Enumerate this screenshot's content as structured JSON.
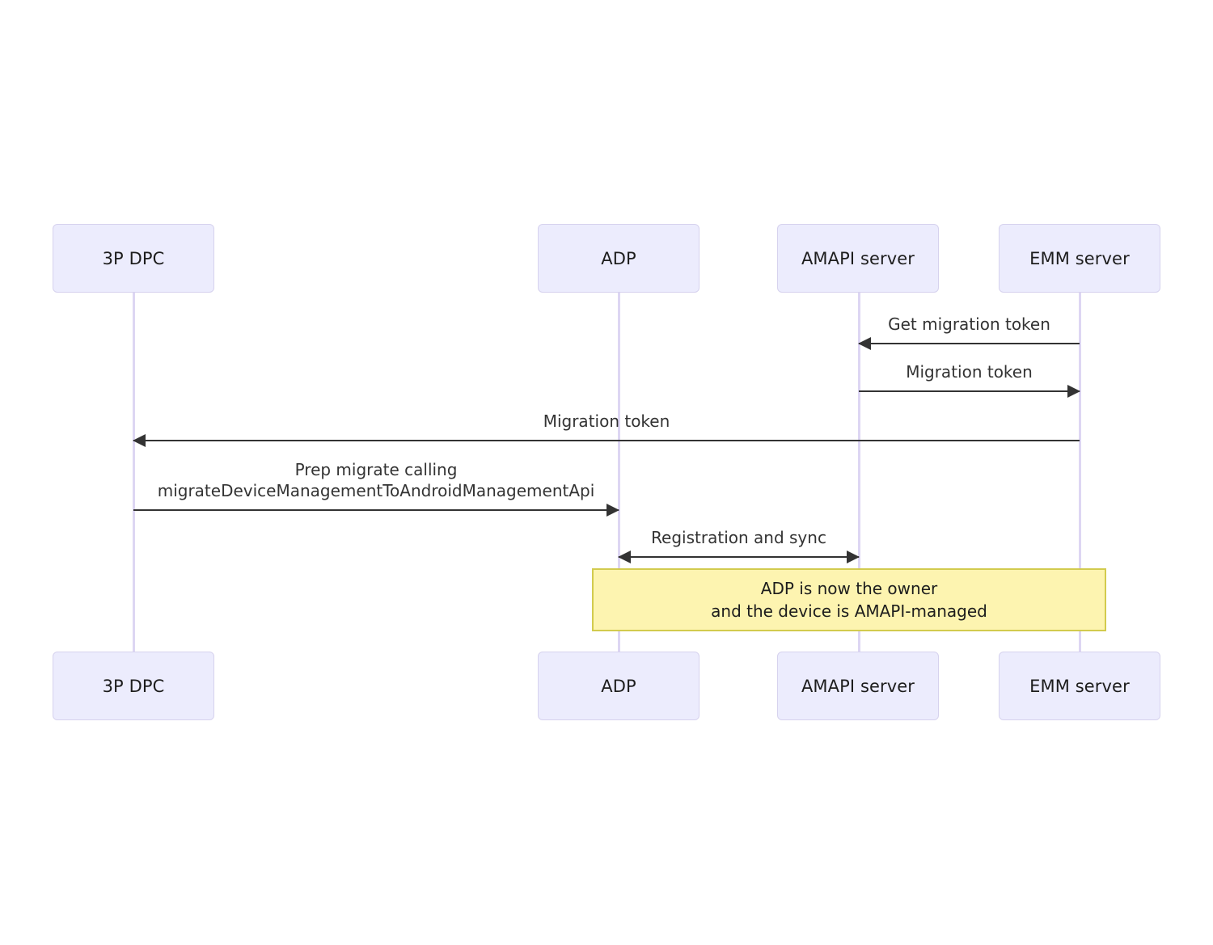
{
  "diagram": {
    "type": "sequence-diagram",
    "title": "",
    "background": "#ffffff",
    "participant_fill": "#ececfd",
    "participant_border": "#d6d2ee",
    "lifeline_color": "#ddd6f3",
    "arrow_color": "#333333",
    "note_fill": "#fdf4b0",
    "note_border": "#d2cb4e"
  },
  "participants": [
    {
      "id": "dpc",
      "label": "3P DPC"
    },
    {
      "id": "adp",
      "label": "ADP"
    },
    {
      "id": "amapi",
      "label": "AMAPI server"
    },
    {
      "id": "emm",
      "label": "EMM server"
    }
  ],
  "participants_bottom": [
    {
      "id": "dpc",
      "label": "3P DPC"
    },
    {
      "id": "adp",
      "label": "ADP"
    },
    {
      "id": "amapi",
      "label": "AMAPI server"
    },
    {
      "id": "emm",
      "label": "EMM server"
    }
  ],
  "messages": [
    {
      "id": "m1",
      "from": "emm",
      "to": "amapi",
      "direction": "left",
      "label": "Get migration token",
      "label_line2": ""
    },
    {
      "id": "m2",
      "from": "amapi",
      "to": "emm",
      "direction": "right",
      "label": "Migration token",
      "label_line2": ""
    },
    {
      "id": "m3",
      "from": "emm",
      "to": "dpc",
      "direction": "left",
      "label": "Migration token",
      "label_line2": ""
    },
    {
      "id": "m4",
      "from": "dpc",
      "to": "adp",
      "direction": "right",
      "label": "Prep migrate calling",
      "label_line2": "migrateDeviceManagementToAndroidManagementApi"
    },
    {
      "id": "m5",
      "from": "adp",
      "to": "amapi",
      "direction": "both",
      "label": "Registration and sync",
      "label_line2": ""
    }
  ],
  "note": {
    "line1": "ADP is now the owner",
    "line2": "and the device is AMAPI-managed"
  }
}
